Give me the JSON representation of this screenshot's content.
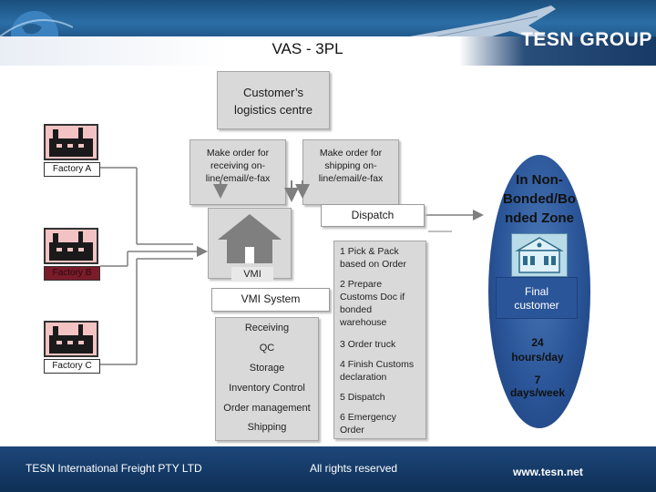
{
  "header": {
    "title": "VAS - 3PL",
    "brand": "TESN GROUP"
  },
  "customer_centre": {
    "line1": "Customer’s",
    "line2": "logistics centre"
  },
  "order_boxes": [
    {
      "line1": "Make order for",
      "line2": "receiving on-",
      "line3": "line/email/e-fax"
    },
    {
      "line1": "Make order for",
      "line2": "shipping on-",
      "line3": "line/email/e-fax"
    }
  ],
  "dispatch": {
    "label": "Dispatch"
  },
  "factories": [
    {
      "label": "Factory A"
    },
    {
      "label": "Factory B"
    },
    {
      "label": "Factory C"
    }
  ],
  "vmi": {
    "label": "VMI",
    "system_label": "VMI System"
  },
  "operations": [
    "Receiving",
    "QC",
    "Storage",
    "Inventory Control",
    "Order management",
    "Shipping"
  ],
  "steps": [
    {
      "line1": "1 Pick & Pack",
      "line2": "based on Order"
    },
    {
      "line1": "2 Prepare",
      "line2": "Customs Doc if",
      "line3": "bonded",
      "line4": "warehouse"
    },
    {
      "line1": "3 Order truck"
    },
    {
      "line1": "4 Finish Customs",
      "line2": "declaration"
    },
    {
      "line1": "5 Dispatch"
    },
    {
      "line1": "6 Emergency",
      "line2": "Order"
    }
  ],
  "bonded_zone": {
    "line1": "In Non-",
    "line2": "Bonded/Bo",
    "line3": "nded Zone"
  },
  "final_customer": {
    "line1": "Final",
    "line2": "customer"
  },
  "availability": {
    "hours_line1": "24",
    "hours_line2": "hours/day",
    "days_line1": "7",
    "days_line2": "days/week"
  },
  "footer": {
    "company": "TESN International Freight PTY LTD",
    "rights": "All rights reserved",
    "website": "www.tesn.net"
  },
  "colors": {
    "header_blue": "#1b4f7d",
    "footer_blue": "#0e2f56",
    "oval_blue": "#2a5598",
    "factory_pink": "#f3c3c3",
    "factory_b_label": "#7a1c2a"
  }
}
